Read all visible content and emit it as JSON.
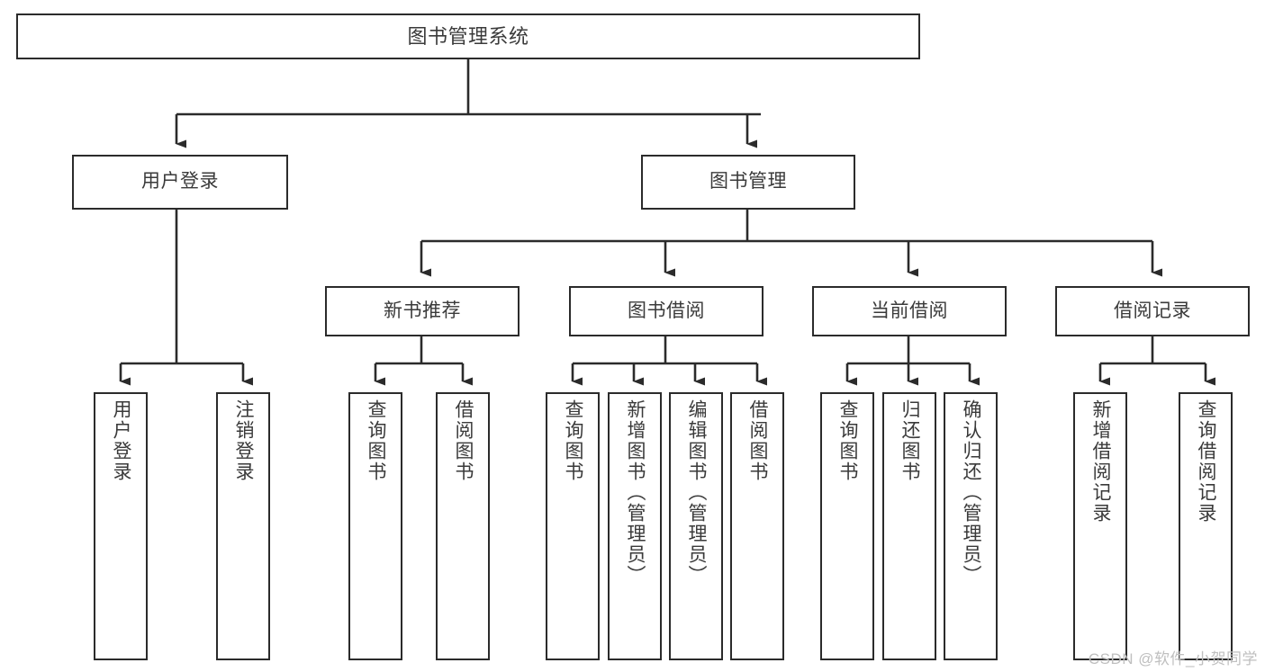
{
  "diagram": {
    "title": "图书管理系统",
    "stroke_color": "#2b2b2b",
    "text_color": "#3a3a3a",
    "background": "#ffffff",
    "watermark": "CSDN @软件_小贺同学",
    "root": {
      "label": "图书管理系统"
    },
    "level2": [
      {
        "label": "用户登录"
      },
      {
        "label": "图书管理"
      }
    ],
    "level3": [
      {
        "label": "新书推荐"
      },
      {
        "label": "图书借阅"
      },
      {
        "label": "当前借阅"
      },
      {
        "label": "借阅记录"
      }
    ],
    "leaves": [
      {
        "label": "用户登录"
      },
      {
        "label": "注销登录"
      },
      {
        "label": "查询图书"
      },
      {
        "label": "借阅图书"
      },
      {
        "label": "查询图书"
      },
      {
        "label": "新增图书（管理员）"
      },
      {
        "label": "编辑图书（管理员）"
      },
      {
        "label": "借阅图书"
      },
      {
        "label": "查询图书"
      },
      {
        "label": "归还图书"
      },
      {
        "label": "确认归还（管理员）"
      },
      {
        "label": "新增借阅记录"
      },
      {
        "label": "查询借阅记录"
      }
    ]
  }
}
